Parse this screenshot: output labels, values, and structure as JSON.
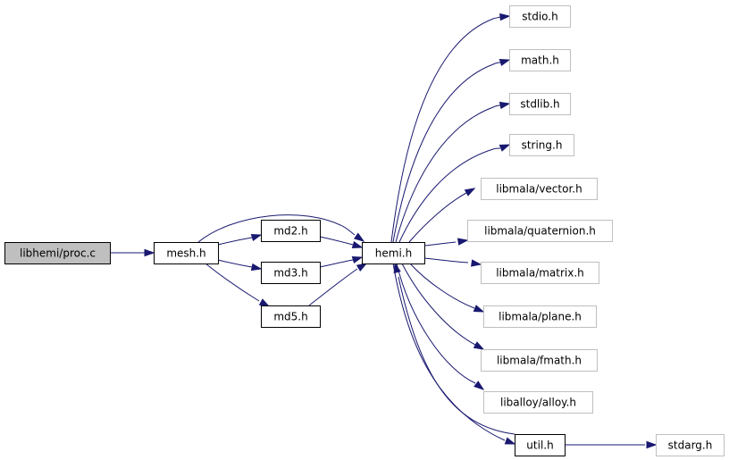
{
  "graph": {
    "nodes": [
      {
        "id": "proc",
        "label": "libhemi/proc.c",
        "style": "root"
      },
      {
        "id": "mesh",
        "label": "mesh.h",
        "style": "normal"
      },
      {
        "id": "md2",
        "label": "md2.h",
        "style": "normal"
      },
      {
        "id": "md3",
        "label": "md3.h",
        "style": "normal"
      },
      {
        "id": "md5",
        "label": "md5.h",
        "style": "normal"
      },
      {
        "id": "hemi",
        "label": "hemi.h",
        "style": "normal"
      },
      {
        "id": "util",
        "label": "util.h",
        "style": "normal"
      },
      {
        "id": "stdio",
        "label": "stdio.h",
        "style": "external"
      },
      {
        "id": "math",
        "label": "math.h",
        "style": "external"
      },
      {
        "id": "stdlib",
        "label": "stdlib.h",
        "style": "external"
      },
      {
        "id": "string",
        "label": "string.h",
        "style": "external"
      },
      {
        "id": "vector",
        "label": "libmala/vector.h",
        "style": "external"
      },
      {
        "id": "quaternion",
        "label": "libmala/quaternion.h",
        "style": "external"
      },
      {
        "id": "matrix",
        "label": "libmala/matrix.h",
        "style": "external"
      },
      {
        "id": "plane",
        "label": "libmala/plane.h",
        "style": "external"
      },
      {
        "id": "fmath",
        "label": "libmala/fmath.h",
        "style": "external"
      },
      {
        "id": "alloy",
        "label": "liballoy/alloy.h",
        "style": "external"
      },
      {
        "id": "stdarg",
        "label": "stdarg.h",
        "style": "external"
      }
    ],
    "edges": [
      {
        "from": "proc",
        "to": "mesh"
      },
      {
        "from": "mesh",
        "to": "md2"
      },
      {
        "from": "mesh",
        "to": "md3"
      },
      {
        "from": "mesh",
        "to": "md5"
      },
      {
        "from": "mesh",
        "to": "hemi"
      },
      {
        "from": "md2",
        "to": "hemi"
      },
      {
        "from": "md3",
        "to": "hemi"
      },
      {
        "from": "md5",
        "to": "hemi"
      },
      {
        "from": "hemi",
        "to": "stdio"
      },
      {
        "from": "hemi",
        "to": "math"
      },
      {
        "from": "hemi",
        "to": "stdlib"
      },
      {
        "from": "hemi",
        "to": "string"
      },
      {
        "from": "hemi",
        "to": "vector"
      },
      {
        "from": "hemi",
        "to": "quaternion"
      },
      {
        "from": "hemi",
        "to": "matrix"
      },
      {
        "from": "hemi",
        "to": "plane"
      },
      {
        "from": "hemi",
        "to": "fmath"
      },
      {
        "from": "hemi",
        "to": "alloy"
      },
      {
        "from": "hemi",
        "to": "util"
      },
      {
        "from": "util",
        "to": "hemi"
      },
      {
        "from": "util",
        "to": "stdarg"
      }
    ]
  },
  "colors": {
    "edge": "#191970",
    "root_fill": "#bfbfbf",
    "node_border": "#000000",
    "external_border": "#bfbfbf",
    "text": "#000000"
  }
}
